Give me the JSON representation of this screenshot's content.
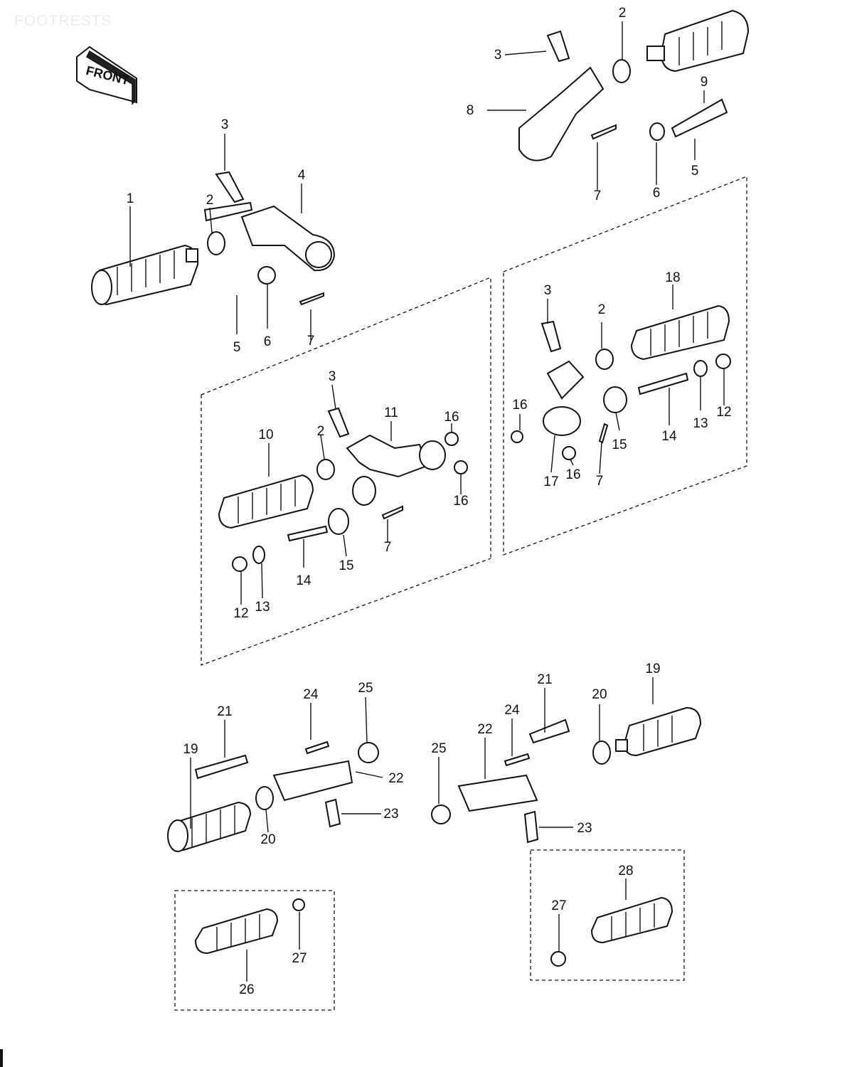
{
  "page_title": "FOOTRESTS",
  "front_sign": "FRONT",
  "callouts": [
    {
      "id": "c1",
      "text": "1"
    },
    {
      "id": "c2a",
      "text": "2"
    },
    {
      "id": "c3a",
      "text": "3"
    },
    {
      "id": "c4",
      "text": "4"
    },
    {
      "id": "c5a",
      "text": "5"
    },
    {
      "id": "c6a",
      "text": "6"
    },
    {
      "id": "c7a",
      "text": "7"
    },
    {
      "id": "c2b",
      "text": "2"
    },
    {
      "id": "c3b",
      "text": "3"
    },
    {
      "id": "c8",
      "text": "8"
    },
    {
      "id": "c9",
      "text": "9"
    },
    {
      "id": "c7b",
      "text": "7"
    },
    {
      "id": "c6b",
      "text": "6"
    },
    {
      "id": "c5b",
      "text": "5"
    },
    {
      "id": "c3c",
      "text": "3"
    },
    {
      "id": "c11",
      "text": "11"
    },
    {
      "id": "c16a",
      "text": "16"
    },
    {
      "id": "c10",
      "text": "10"
    },
    {
      "id": "c2c",
      "text": "2"
    },
    {
      "id": "c16b",
      "text": "16"
    },
    {
      "id": "c7c",
      "text": "7"
    },
    {
      "id": "c14a",
      "text": "14"
    },
    {
      "id": "c15a",
      "text": "15"
    },
    {
      "id": "c12a",
      "text": "12"
    },
    {
      "id": "c13a",
      "text": "13"
    },
    {
      "id": "c3d",
      "text": "3"
    },
    {
      "id": "c18",
      "text": "18"
    },
    {
      "id": "c2d",
      "text": "2"
    },
    {
      "id": "c16c",
      "text": "16"
    },
    {
      "id": "c13b",
      "text": "13"
    },
    {
      "id": "c12b",
      "text": "12"
    },
    {
      "id": "c15b",
      "text": "15"
    },
    {
      "id": "c14b",
      "text": "14"
    },
    {
      "id": "c17",
      "text": "17"
    },
    {
      "id": "c16d",
      "text": "16"
    },
    {
      "id": "c7d",
      "text": "7"
    },
    {
      "id": "c24a",
      "text": "24"
    },
    {
      "id": "c25a",
      "text": "25"
    },
    {
      "id": "c21a",
      "text": "21"
    },
    {
      "id": "c19a",
      "text": "19"
    },
    {
      "id": "c22a",
      "text": "22"
    },
    {
      "id": "c23a",
      "text": "23"
    },
    {
      "id": "c20a",
      "text": "20"
    },
    {
      "id": "c21b",
      "text": "21"
    },
    {
      "id": "c19b",
      "text": "19"
    },
    {
      "id": "c24b",
      "text": "24"
    },
    {
      "id": "c20b",
      "text": "20"
    },
    {
      "id": "c22b",
      "text": "22"
    },
    {
      "id": "c25b",
      "text": "25"
    },
    {
      "id": "c23b",
      "text": "23"
    },
    {
      "id": "c28",
      "text": "28"
    },
    {
      "id": "c27a",
      "text": "27"
    },
    {
      "id": "c27b",
      "text": "27"
    },
    {
      "id": "c26",
      "text": "26"
    }
  ]
}
